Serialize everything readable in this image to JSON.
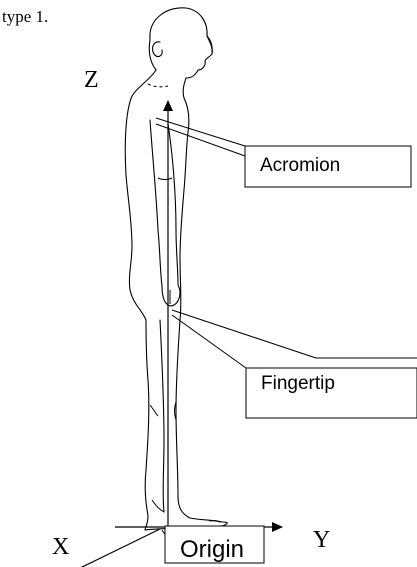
{
  "caption": "type 1.",
  "axes": {
    "z_label": "Z",
    "y_label": "Y",
    "x_label": "X"
  },
  "callouts": {
    "acromion": "Acromion",
    "fingertip": "Fingertip",
    "origin": "Origin"
  }
}
